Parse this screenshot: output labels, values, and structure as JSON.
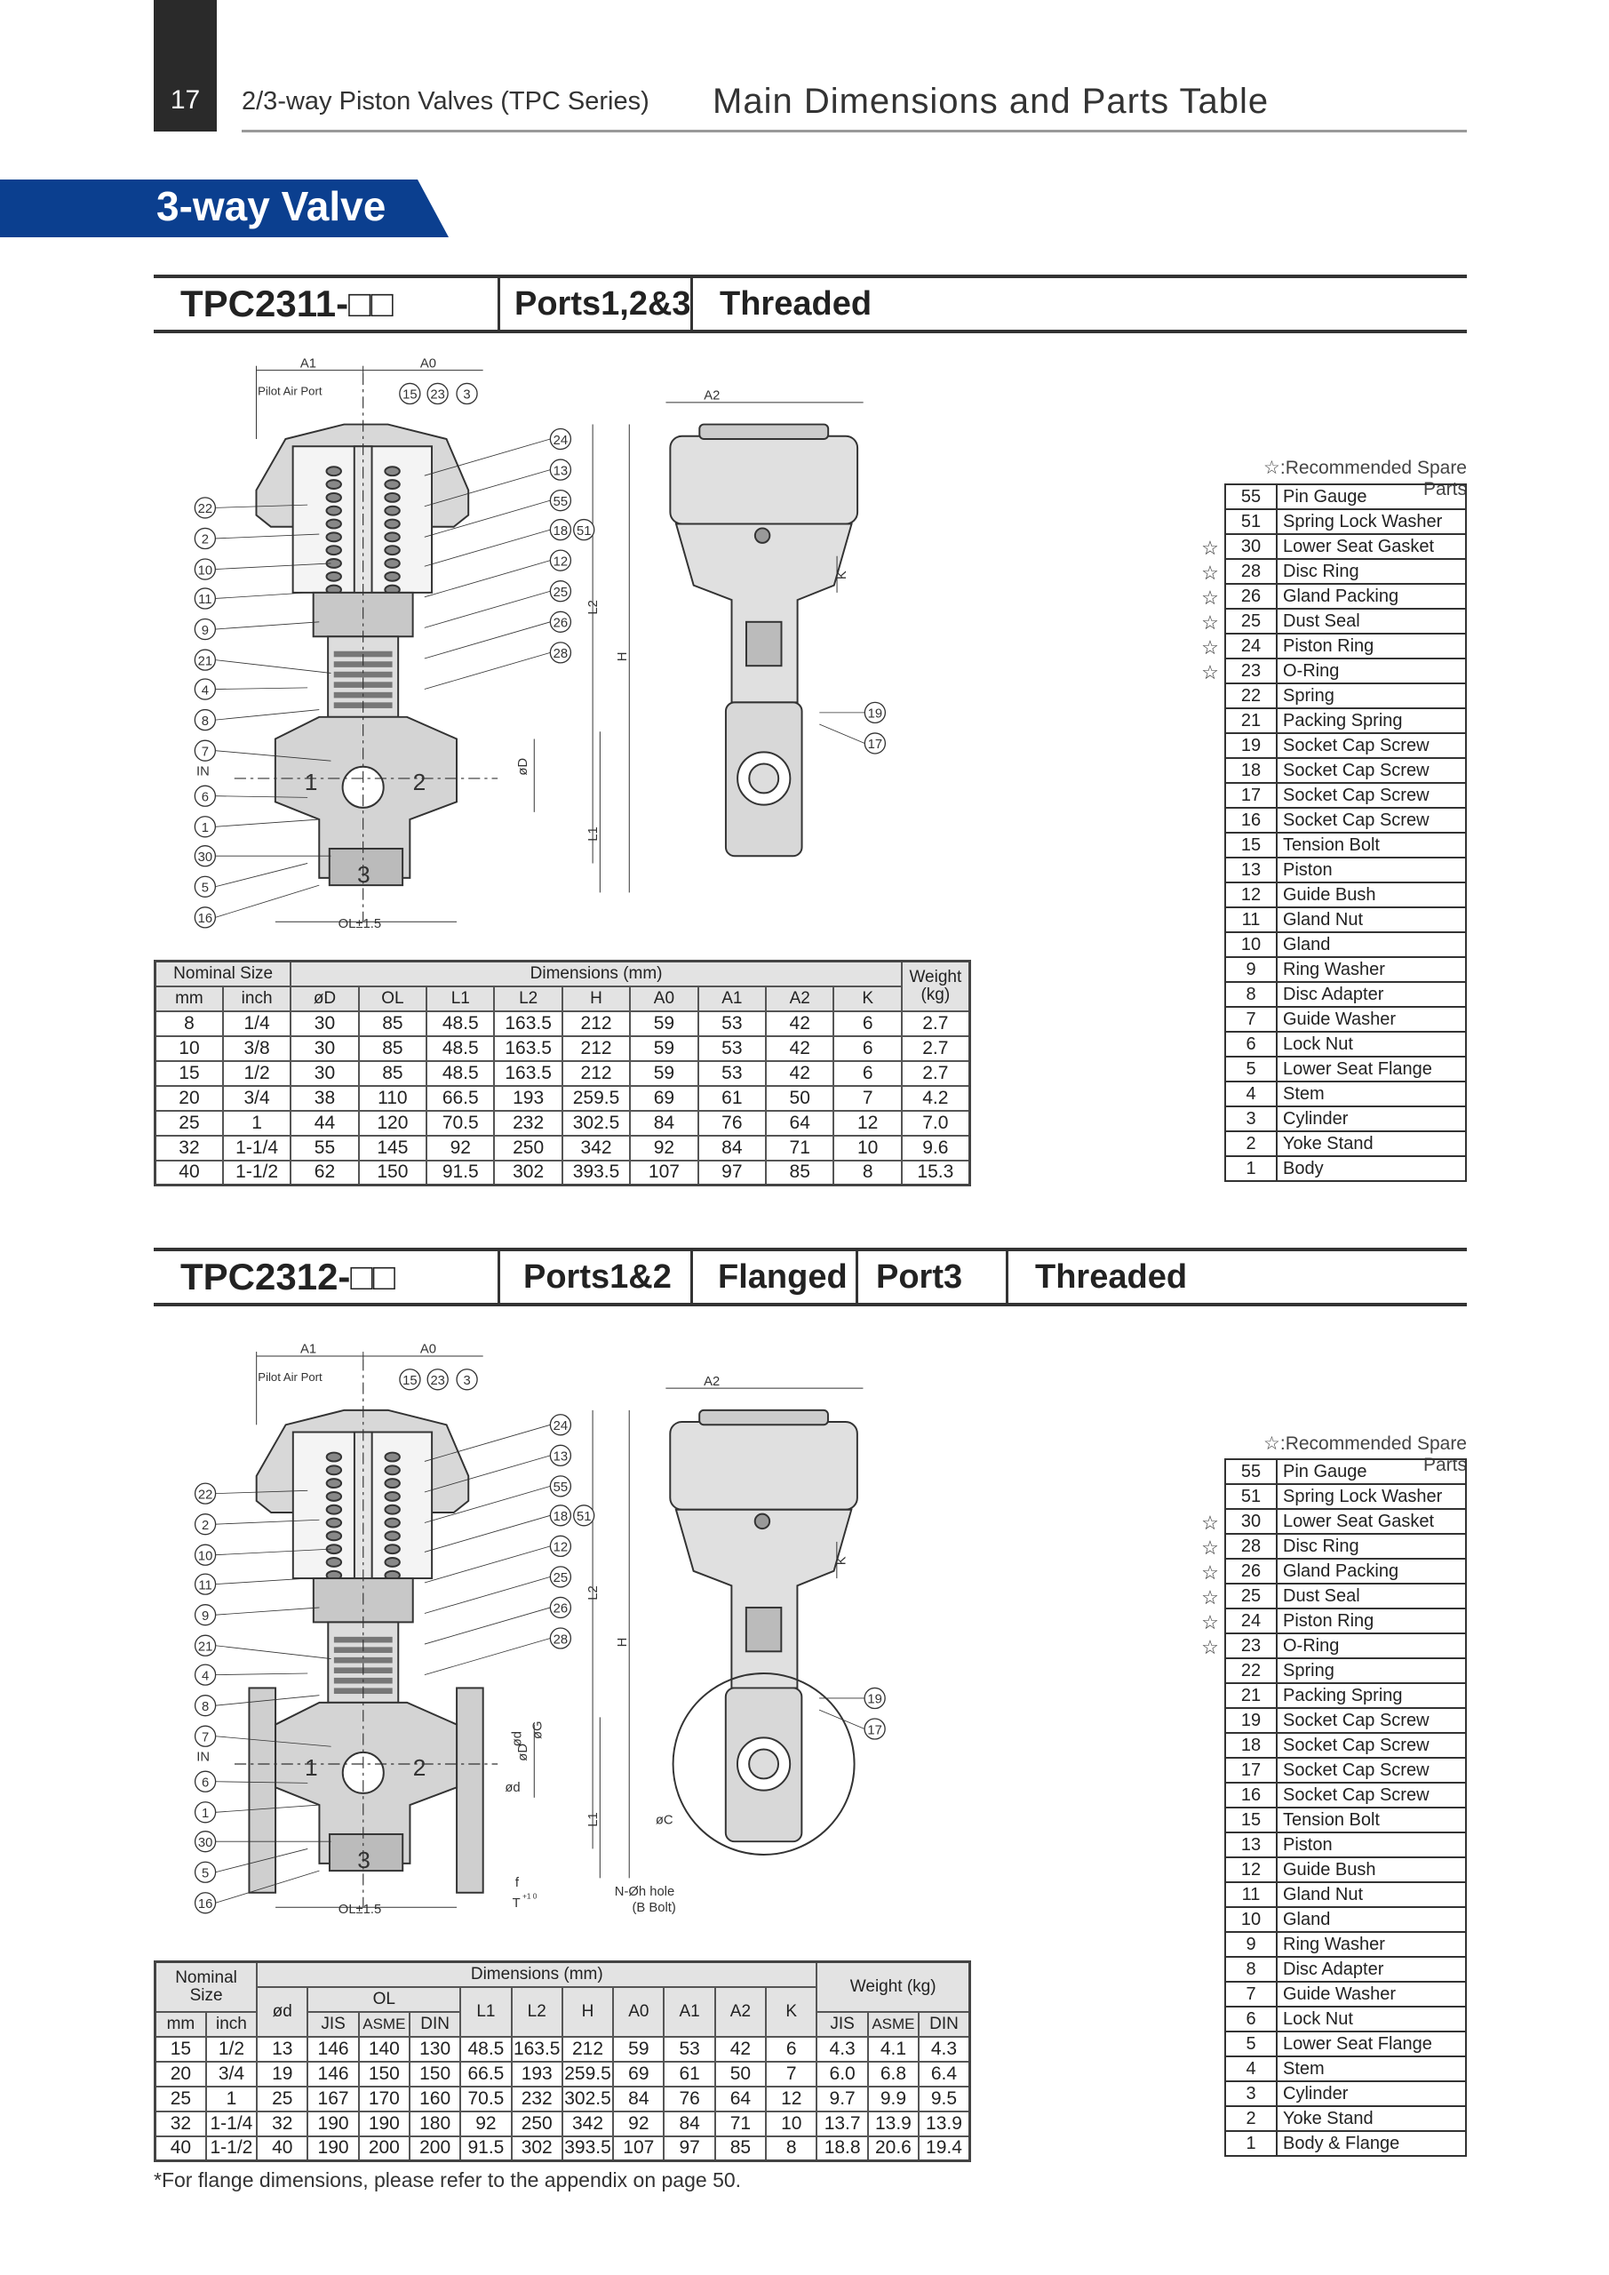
{
  "header": {
    "page_number": "17",
    "subtitle": "2/3-way Piston Valves (TPC Series)",
    "title": "Main Dimensions and Parts Table"
  },
  "banner": {
    "label": "3-way Valve"
  },
  "sections": [
    {
      "model": "TPC2311-□□",
      "head_cells": [
        "Ports1,2&3",
        "Threaded"
      ],
      "drawing": {
        "labels": {
          "a1": "A1",
          "a0": "A0",
          "a2": "A2",
          "pilot": "Pilot Air Port",
          "l2": "L2",
          "h": "H",
          "od": "øD",
          "l1": "L1",
          "k": "K",
          "ol": "OL±1.5",
          "in": "IN",
          "p1": "1",
          "p2": "2",
          "p3": "3"
        },
        "callouts_left": [
          "22",
          "2",
          "10",
          "11",
          "9",
          "21",
          "4",
          "8",
          "7",
          "6",
          "1",
          "30",
          "5",
          "16"
        ],
        "callouts_top": [
          "15",
          "23",
          "3"
        ],
        "callouts_right": [
          "24",
          "13",
          "55",
          "18",
          "51",
          "12",
          "25",
          "26",
          "28"
        ],
        "callouts_side": [
          "19",
          "17"
        ]
      },
      "spare_title": "☆:Recommended Spare Parts",
      "parts": [
        {
          "star": "",
          "no": "55",
          "name": "Pin Gauge"
        },
        {
          "star": "",
          "no": "51",
          "name": "Spring Lock Washer"
        },
        {
          "star": "☆",
          "no": "30",
          "name": "Lower Seat Gasket"
        },
        {
          "star": "☆",
          "no": "28",
          "name": "Disc Ring"
        },
        {
          "star": "☆",
          "no": "26",
          "name": "Gland Packing"
        },
        {
          "star": "☆",
          "no": "25",
          "name": "Dust Seal"
        },
        {
          "star": "☆",
          "no": "24",
          "name": "Piston Ring"
        },
        {
          "star": "☆",
          "no": "23",
          "name": "O-Ring"
        },
        {
          "star": "",
          "no": "22",
          "name": "Spring"
        },
        {
          "star": "",
          "no": "21",
          "name": "Packing Spring"
        },
        {
          "star": "",
          "no": "19",
          "name": "Socket Cap Screw"
        },
        {
          "star": "",
          "no": "18",
          "name": "Socket Cap Screw"
        },
        {
          "star": "",
          "no": "17",
          "name": "Socket Cap Screw"
        },
        {
          "star": "",
          "no": "16",
          "name": "Socket Cap Screw"
        },
        {
          "star": "",
          "no": "15",
          "name": "Tension Bolt"
        },
        {
          "star": "",
          "no": "13",
          "name": "Piston"
        },
        {
          "star": "",
          "no": "12",
          "name": "Guide Bush"
        },
        {
          "star": "",
          "no": "11",
          "name": "Gland Nut"
        },
        {
          "star": "",
          "no": "10",
          "name": "Gland"
        },
        {
          "star": "",
          "no": "9",
          "name": "Ring Washer"
        },
        {
          "star": "",
          "no": "8",
          "name": "Disc Adapter"
        },
        {
          "star": "",
          "no": "7",
          "name": "Guide Washer"
        },
        {
          "star": "",
          "no": "6",
          "name": "Lock Nut"
        },
        {
          "star": "",
          "no": "5",
          "name": "Lower Seat Flange"
        },
        {
          "star": "",
          "no": "4",
          "name": "Stem"
        },
        {
          "star": "",
          "no": "3",
          "name": "Cylinder"
        },
        {
          "star": "",
          "no": "2",
          "name": "Yoke Stand"
        },
        {
          "star": "",
          "no": "1",
          "name": "Body"
        }
      ],
      "table": {
        "group_headers": [
          "Nominal Size",
          "Dimensions (mm)",
          "Weight (kg)"
        ],
        "columns": [
          "mm",
          "inch",
          "øD",
          "OL",
          "L1",
          "L2",
          "H",
          "A0",
          "A1",
          "A2",
          "K"
        ],
        "rows": [
          [
            "8",
            "1/4",
            "30",
            "85",
            "48.5",
            "163.5",
            "212",
            "59",
            "53",
            "42",
            "6",
            "2.7"
          ],
          [
            "10",
            "3/8",
            "30",
            "85",
            "48.5",
            "163.5",
            "212",
            "59",
            "53",
            "42",
            "6",
            "2.7"
          ],
          [
            "15",
            "1/2",
            "30",
            "85",
            "48.5",
            "163.5",
            "212",
            "59",
            "53",
            "42",
            "6",
            "2.7"
          ],
          [
            "20",
            "3/4",
            "38",
            "110",
            "66.5",
            "193",
            "259.5",
            "69",
            "61",
            "50",
            "7",
            "4.2"
          ],
          [
            "25",
            "1",
            "44",
            "120",
            "70.5",
            "232",
            "302.5",
            "84",
            "76",
            "64",
            "12",
            "7.0"
          ],
          [
            "32",
            "1-1/4",
            "55",
            "145",
            "92",
            "250",
            "342",
            "92",
            "84",
            "71",
            "10",
            "9.6"
          ],
          [
            "40",
            "1-1/2",
            "62",
            "150",
            "91.5",
            "302",
            "393.5",
            "107",
            "97",
            "85",
            "8",
            "15.3"
          ]
        ]
      }
    },
    {
      "model": "TPC2312-□□",
      "head_cells": [
        "Ports1&2",
        "Flanged",
        "Port3",
        "Threaded"
      ],
      "drawing": {
        "labels": {
          "a1": "A1",
          "a0": "A0",
          "a2": "A2",
          "pilot": "Pilot Air Port",
          "l2": "L2",
          "h": "H",
          "od": "øD",
          "l1": "L1",
          "k": "K",
          "ol": "OL±1.5",
          "in": "IN",
          "p1": "1",
          "p2": "2",
          "p3": "3",
          "dd": "ød",
          "g": "øG",
          "c": "øC",
          "f": "f",
          "t": "T",
          "tol": "+1 0",
          "hole": "N-Øh hole",
          "bolt": "(B Bolt)"
        },
        "callouts_left": [
          "22",
          "2",
          "10",
          "11",
          "9",
          "21",
          "4",
          "8",
          "7",
          "6",
          "1",
          "30",
          "5",
          "16"
        ],
        "callouts_top": [
          "15",
          "23",
          "3"
        ],
        "callouts_right": [
          "24",
          "13",
          "55",
          "18",
          "51",
          "12",
          "25",
          "26",
          "28"
        ],
        "callouts_side": [
          "19",
          "17"
        ]
      },
      "spare_title": "☆:Recommended Spare Parts",
      "parts": [
        {
          "star": "",
          "no": "55",
          "name": "Pin Gauge"
        },
        {
          "star": "",
          "no": "51",
          "name": "Spring Lock Washer"
        },
        {
          "star": "☆",
          "no": "30",
          "name": "Lower Seat Gasket"
        },
        {
          "star": "☆",
          "no": "28",
          "name": "Disc Ring"
        },
        {
          "star": "☆",
          "no": "26",
          "name": "Gland Packing"
        },
        {
          "star": "☆",
          "no": "25",
          "name": "Dust Seal"
        },
        {
          "star": "☆",
          "no": "24",
          "name": "Piston Ring"
        },
        {
          "star": "☆",
          "no": "23",
          "name": "O-Ring"
        },
        {
          "star": "",
          "no": "22",
          "name": "Spring"
        },
        {
          "star": "",
          "no": "21",
          "name": "Packing Spring"
        },
        {
          "star": "",
          "no": "19",
          "name": "Socket Cap Screw"
        },
        {
          "star": "",
          "no": "18",
          "name": "Socket Cap Screw"
        },
        {
          "star": "",
          "no": "17",
          "name": "Socket Cap Screw"
        },
        {
          "star": "",
          "no": "16",
          "name": "Socket Cap Screw"
        },
        {
          "star": "",
          "no": "15",
          "name": "Tension Bolt"
        },
        {
          "star": "",
          "no": "13",
          "name": "Piston"
        },
        {
          "star": "",
          "no": "12",
          "name": "Guide Bush"
        },
        {
          "star": "",
          "no": "11",
          "name": "Gland Nut"
        },
        {
          "star": "",
          "no": "10",
          "name": "Gland"
        },
        {
          "star": "",
          "no": "9",
          "name": "Ring Washer"
        },
        {
          "star": "",
          "no": "8",
          "name": "Disc Adapter"
        },
        {
          "star": "",
          "no": "7",
          "name": "Guide Washer"
        },
        {
          "star": "",
          "no": "6",
          "name": "Lock Nut"
        },
        {
          "star": "",
          "no": "5",
          "name": "Lower Seat Flange"
        },
        {
          "star": "",
          "no": "4",
          "name": "Stem"
        },
        {
          "star": "",
          "no": "3",
          "name": "Cylinder"
        },
        {
          "star": "",
          "no": "2",
          "name": "Yoke Stand"
        },
        {
          "star": "",
          "no": "1",
          "name": "Body & Flange"
        }
      ],
      "table": {
        "group_headers": [
          "Nominal Size",
          "Dimensions (mm)",
          "Weight (kg)"
        ],
        "sub_headers": [
          "ød",
          "OL",
          "L1",
          "L2",
          "H",
          "A0",
          "A1",
          "A2",
          "K"
        ],
        "columns": [
          "mm",
          "inch",
          "JIS",
          "ASME",
          "DIN",
          "JIS",
          "ASME",
          "DIN"
        ],
        "rows": [
          [
            "15",
            "1/2",
            "13",
            "146",
            "140",
            "130",
            "48.5",
            "163.5",
            "212",
            "59",
            "53",
            "42",
            "6",
            "4.3",
            "4.1",
            "4.3"
          ],
          [
            "20",
            "3/4",
            "19",
            "146",
            "150",
            "150",
            "66.5",
            "193",
            "259.5",
            "69",
            "61",
            "50",
            "7",
            "6.0",
            "6.8",
            "6.4"
          ],
          [
            "25",
            "1",
            "25",
            "167",
            "170",
            "160",
            "70.5",
            "232",
            "302.5",
            "84",
            "76",
            "64",
            "12",
            "9.7",
            "9.9",
            "9.5"
          ],
          [
            "32",
            "1-1/4",
            "32",
            "190",
            "190",
            "180",
            "92",
            "250",
            "342",
            "92",
            "84",
            "71",
            "10",
            "13.7",
            "13.9",
            "13.9"
          ],
          [
            "40",
            "1-1/2",
            "40",
            "190",
            "200",
            "200",
            "91.5",
            "302",
            "393.5",
            "107",
            "97",
            "85",
            "8",
            "18.8",
            "20.6",
            "19.4"
          ]
        ],
        "footnote": "*For flange dimensions, please refer to the appendix on page 50."
      }
    }
  ]
}
